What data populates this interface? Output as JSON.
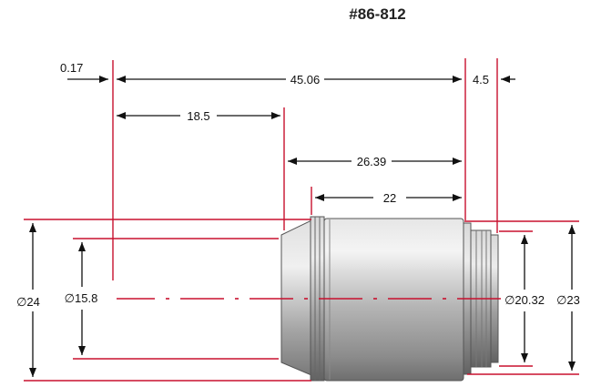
{
  "part_number": "#86-812",
  "dimensions": {
    "offset_front": "0.17",
    "overall_length": "45.06",
    "rear_length": "4.5",
    "front_section": "18.5",
    "body_length": "26.39",
    "barrel_length": "22",
    "diameter_outer": "∅24",
    "diameter_inner": "∅15.8",
    "diameter_thread": "∅20.32",
    "diameter_rear": "∅23"
  },
  "colors": {
    "dimension_line": "#c8102e",
    "arrow": "#111111",
    "body_metal": "#a8a8a8"
  }
}
